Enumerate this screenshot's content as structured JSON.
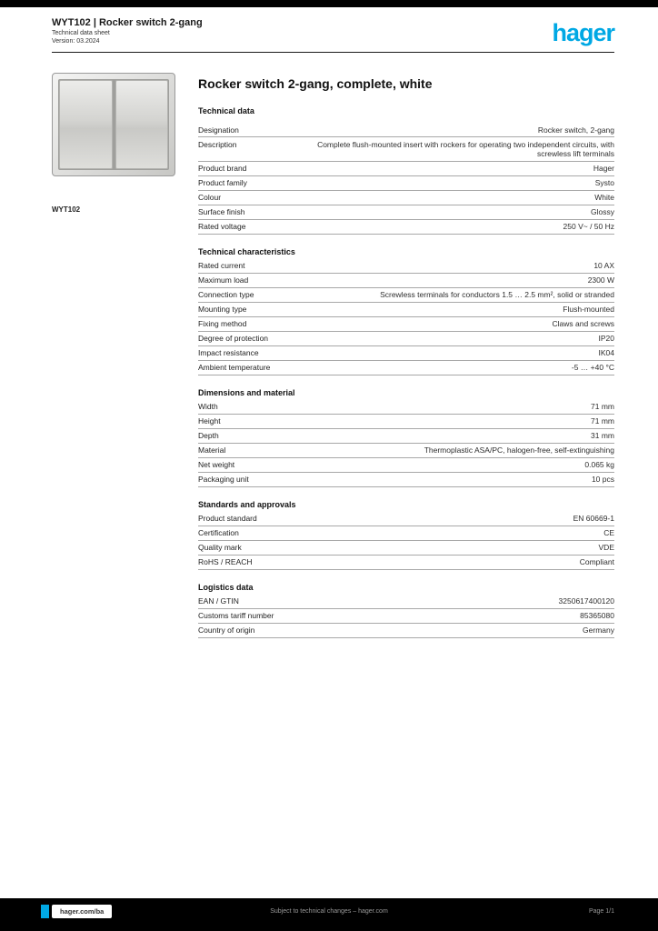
{
  "header": {
    "line1": "WYT102 | Rocker switch 2-gang",
    "line2": "Technical data sheet",
    "line3": "Version: 03.2024"
  },
  "logo": {
    "text": "hager",
    "color": "#00a8e4"
  },
  "product": {
    "caption": "WYT102",
    "title": "Rocker switch 2-gang, complete, white"
  },
  "specs": {
    "section_label": "Technical data",
    "sections": [
      {
        "heading": "",
        "rows": [
          {
            "label": "Designation",
            "value": "Rocker switch, 2-gang"
          },
          {
            "label": "Description",
            "value": "Complete flush-mounted insert with rockers for operating two independent circuits, with screwless lift terminals"
          },
          {
            "label": "Product brand",
            "value": "Hager"
          },
          {
            "label": "Product family",
            "value": "Systo"
          },
          {
            "label": "Colour",
            "value": "White"
          },
          {
            "label": "Surface finish",
            "value": "Glossy"
          },
          {
            "label": "Rated voltage",
            "value": "250 V~ / 50 Hz"
          }
        ]
      },
      {
        "heading": "Technical characteristics",
        "rows": [
          {
            "label": "Rated current",
            "value": "10 AX"
          },
          {
            "label": "Maximum load",
            "value": "2300 W"
          },
          {
            "label": "Connection type",
            "value": "Screwless terminals for conductors 1.5 … 2.5 mm², solid or stranded"
          },
          {
            "label": "Mounting type",
            "value": "Flush-mounted"
          },
          {
            "label": "Fixing method",
            "value": "Claws and screws"
          },
          {
            "label": "Degree of protection",
            "value": "IP20"
          },
          {
            "label": "Impact resistance",
            "value": "IK04"
          },
          {
            "label": "Ambient temperature",
            "value": "-5 … +40 °C"
          }
        ]
      },
      {
        "heading": "Dimensions and material",
        "rows": [
          {
            "label": "Width",
            "value": "71 mm"
          },
          {
            "label": "Height",
            "value": "71 mm"
          },
          {
            "label": "Depth",
            "value": "31 mm"
          },
          {
            "label": "Material",
            "value": "Thermoplastic ASA/PC, halogen-free, self-extinguishing"
          },
          {
            "label": "Net weight",
            "value": "0.065 kg"
          },
          {
            "label": "Packaging unit",
            "value": "10 pcs"
          }
        ]
      },
      {
        "heading": "Standards and approvals",
        "rows": [
          {
            "label": "Product standard",
            "value": "EN 60669-1"
          },
          {
            "label": "Certification",
            "value": "CE"
          },
          {
            "label": "Quality mark",
            "value": "VDE"
          },
          {
            "label": "RoHS / REACH",
            "value": "Compliant"
          }
        ]
      },
      {
        "heading": "Logistics data",
        "rows": [
          {
            "label": "EAN / GTIN",
            "value": "3250617400120"
          },
          {
            "label": "Customs tariff number",
            "value": "85365080"
          },
          {
            "label": "Country of origin",
            "value": "Germany"
          }
        ]
      }
    ]
  },
  "footer": {
    "site": "hager.com/ba",
    "center": "Subject to technical changes – hager.com",
    "right": "Page 1/1"
  }
}
